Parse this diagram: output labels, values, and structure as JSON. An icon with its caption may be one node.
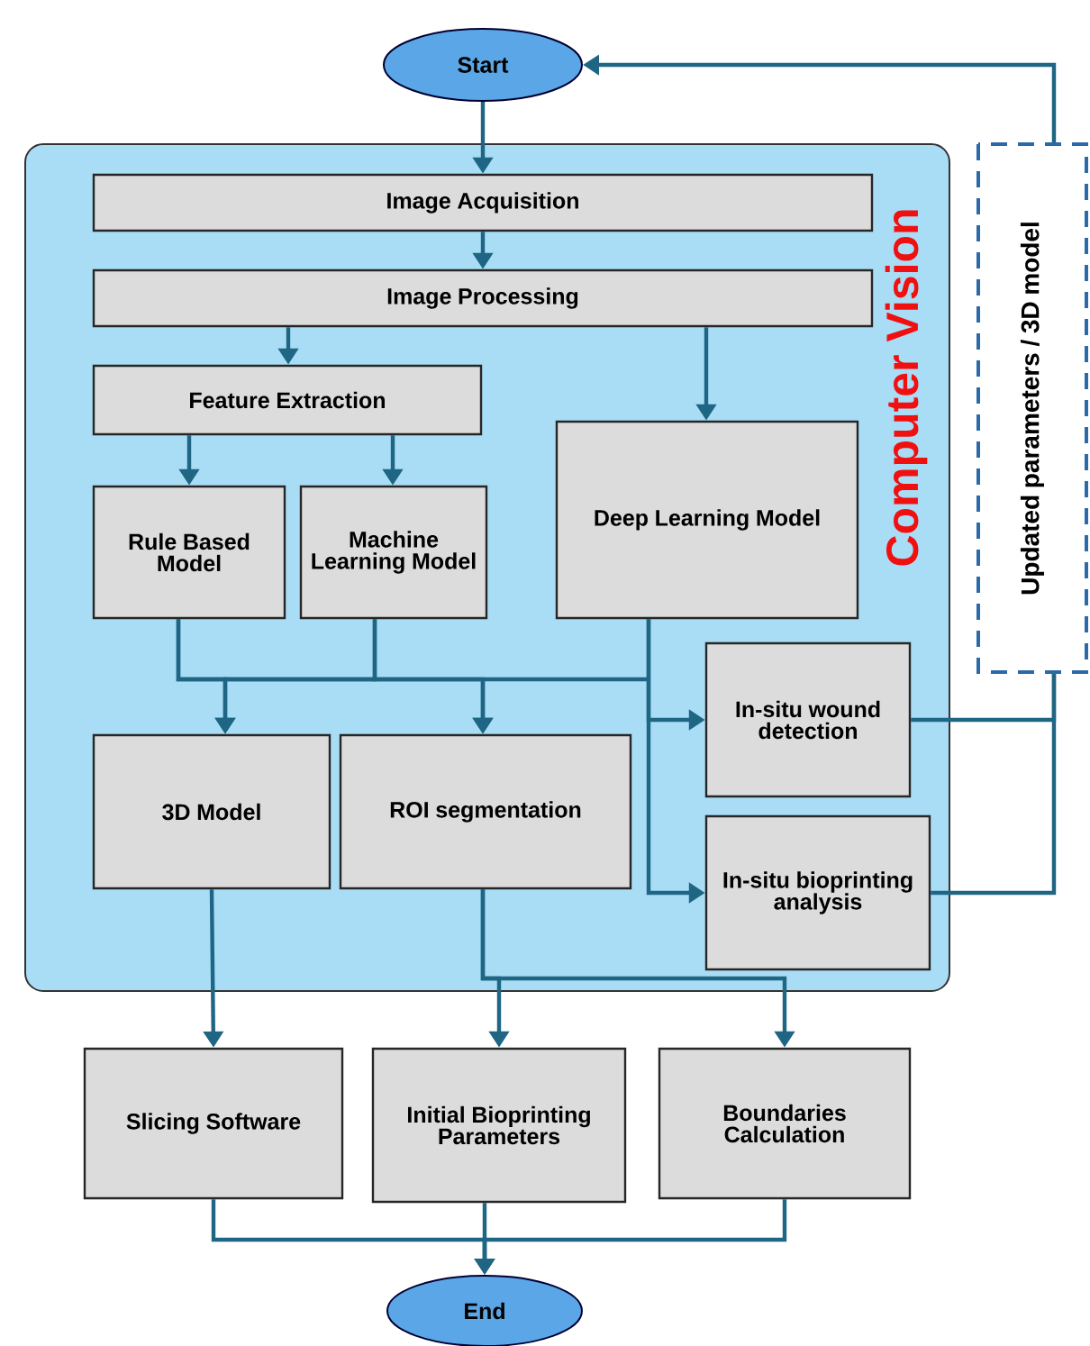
{
  "diagram": {
    "nodes": [
      {
        "text": [
          "Start"
        ]
      },
      {
        "text": [
          "Computer Vision"
        ]
      },
      {
        "text": [
          "Image Acquisition"
        ],
        "in": 1
      },
      {
        "text": [
          "Image Processing"
        ],
        "in": 1
      },
      {
        "text": [
          "Feature Extraction"
        ],
        "in": 1
      },
      {
        "text": [
          "Rule Based Model"
        ],
        "in": 1
      },
      {
        "text": [
          "Machine Learning Model"
        ],
        "in": 1
      },
      {
        "text": [
          "Deep Learning Model"
        ],
        "in": 1
      },
      {
        "text": [
          "3D Model"
        ],
        "in": 1
      },
      {
        "text": [
          "ROI segmentation"
        ],
        "in": 1
      },
      {
        "text": [
          "In-situ wound detection"
        ],
        "in": 1
      },
      {
        "text": [
          "In-situ bioprinting analysis"
        ],
        "in": 1
      },
      {
        "text": [
          "Slicing Software"
        ]
      },
      {
        "text": [
          "Initial Bioprinting Parameters"
        ]
      },
      {
        "text": [
          "Boundaries Calculation"
        ]
      },
      {
        "text": [
          "End"
        ]
      },
      {
        "text": [
          "Updated parameters / 3D model"
        ]
      }
    ],
    "edges": [
      {
        "from": 0,
        "to": 2,
        "arrow": "to"
      },
      {
        "from": 2,
        "to": 3,
        "arrow": "to"
      },
      {
        "from": 3,
        "to": 4,
        "arrow": "to"
      },
      {
        "from": 3,
        "to": 7,
        "arrow": "to"
      },
      {
        "from": 4,
        "to": 5,
        "arrow": "to"
      },
      {
        "from": 4,
        "to": 6,
        "arrow": "to"
      },
      {
        "from": 5,
        "to": 8,
        "arrow": "to"
      },
      {
        "from": 5,
        "to": 9,
        "arrow": "to"
      },
      {
        "from": 6,
        "to": 8,
        "arrow": "to"
      },
      {
        "from": 6,
        "to": 9,
        "arrow": "to"
      },
      {
        "from": 7,
        "to": 10,
        "arrow": "to"
      },
      {
        "from": 7,
        "to": 11,
        "arrow": "to"
      },
      {
        "from": 8,
        "to": 12,
        "arrow": "to"
      },
      {
        "from": 9,
        "to": 13,
        "arrow": "to"
      },
      {
        "from": 9,
        "to": 14,
        "arrow": "to"
      },
      {
        "from": 10,
        "to": 16,
        "arrow": "none"
      },
      {
        "from": 11,
        "to": 16,
        "arrow": "none"
      },
      {
        "from": 16,
        "to": 0,
        "arrow": "to"
      },
      {
        "from": 12,
        "to": 15,
        "arrow": "to"
      },
      {
        "from": 13,
        "to": 15,
        "arrow": "to"
      },
      {
        "from": 14,
        "to": 15,
        "arrow": "to"
      }
    ]
  }
}
